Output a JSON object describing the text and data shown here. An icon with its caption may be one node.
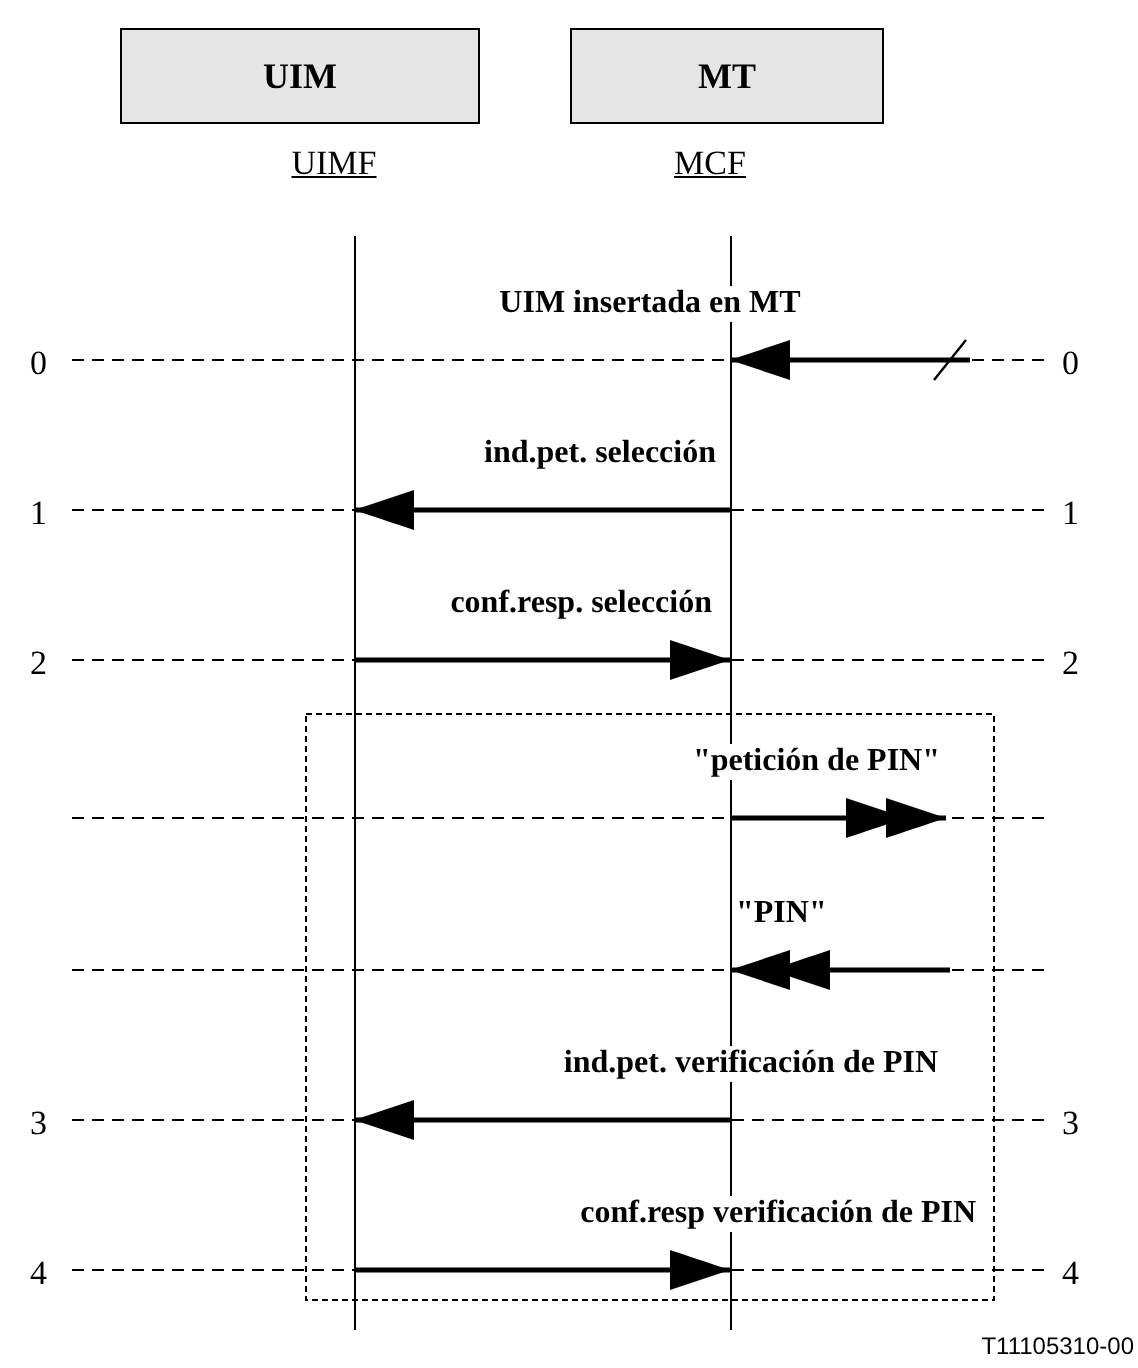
{
  "diagram": {
    "nodes": [
      {
        "text": [
          "UIM",
          "UIMF"
        ]
      },
      {
        "text": [
          "MT",
          "MCF"
        ]
      }
    ],
    "edges": [
      {
        "from": null,
        "to": 1,
        "arrow": "to",
        "label": "UIM insertada en MT"
      },
      {
        "from": 1,
        "to": 0,
        "arrow": "to",
        "label": "ind.pet. selección"
      },
      {
        "from": 0,
        "to": 1,
        "arrow": "to",
        "label": "conf.resp. selección"
      },
      {
        "from": 1,
        "to": null,
        "arrow": "to",
        "label": "\"petición de PIN\""
      },
      {
        "from": null,
        "to": 1,
        "arrow": "to",
        "label": "\"PIN\""
      },
      {
        "from": 1,
        "to": 0,
        "arrow": "to",
        "label": "ind.pet. verificación de PIN"
      },
      {
        "from": 0,
        "to": 1,
        "arrow": "to",
        "label": "conf.resp verificación de PIN"
      }
    ],
    "labels": [
      "0",
      "0",
      "1",
      "1",
      "2",
      "2",
      "3",
      "3",
      "4",
      "4",
      "T11105310-00"
    ]
  }
}
